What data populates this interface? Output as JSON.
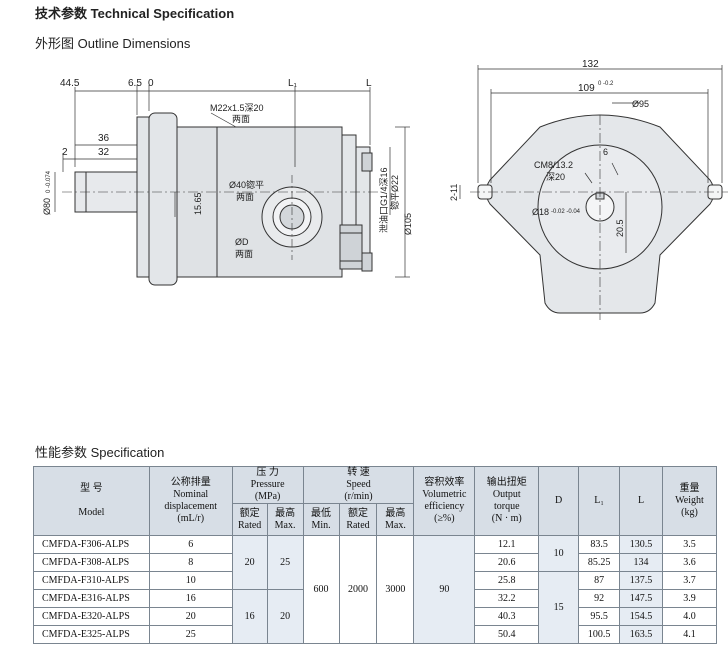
{
  "headings": {
    "technical": "技术参数  Technical Specification",
    "outline": "外形图   Outline Dimensions",
    "spec": "性能参数   Specification"
  },
  "drawing": {
    "dims": {
      "d44_5": "44.5",
      "d6_5": "6.5",
      "d0": "0",
      "dL1": "L₁",
      "dL": "L",
      "thread": "M22x1.5深20",
      "two_sides_1": "两面",
      "d36": "36",
      "d2": "2",
      "d32": "32",
      "shaft": "Ø80",
      "shaft_tol": "0 -0.074",
      "d15_65": "15.65",
      "bore40": "Ø40锪平",
      "two_sides_2": "两面",
      "boreD": "ØD",
      "two_sides_3": "两面",
      "drain": "泄油口G1/4深16",
      "spot22": "锪平Ø22",
      "d105": "Ø105",
      "d132": "132",
      "d109": "109",
      "d109_tol": "0 -0.2",
      "d95": "Ø95",
      "d2_11": "2-11",
      "cm8": "CM8/13.2",
      "deep20": "深20",
      "d6": "6",
      "d18": "Ø18",
      "d18_tol": "-0.02 -0.04",
      "d20_5": "20.5"
    }
  },
  "table": {
    "headers": {
      "model": [
        "型    号",
        "Model"
      ],
      "displacement": [
        "公称排量",
        "Nominal",
        "displacement",
        "(mL/r)"
      ],
      "pressure": [
        "压   力",
        "Pressure",
        "(MPa)"
      ],
      "rated": [
        "额定",
        "Rated"
      ],
      "max": [
        "最高",
        "Max."
      ],
      "speed": [
        "转   速",
        "Speed",
        "(r/min)"
      ],
      "min": [
        "最低",
        "Min."
      ],
      "speed_rated": [
        "额定",
        "Rated"
      ],
      "speed_max": [
        "最高",
        "Max."
      ],
      "efficiency": [
        "容积效率",
        "Volumetric",
        "efficiency",
        "(≥%)"
      ],
      "torque": [
        "输出扭矩",
        "Output",
        "torque",
        "(N · m)"
      ],
      "d": "D",
      "l1": "L₁",
      "l": "L",
      "weight": [
        "重量",
        "Weight",
        "(kg)"
      ]
    },
    "rows": [
      {
        "model": "CMFDA-F306-ALPS",
        "disp": "6",
        "torque": "12.1",
        "l1": "83.5",
        "l": "130.5",
        "weight": "3.5"
      },
      {
        "model": "CMFDA-F308-ALPS",
        "disp": "8",
        "torque": "20.6",
        "l1": "85.25",
        "l": "134",
        "weight": "3.6"
      },
      {
        "model": "CMFDA-F310-ALPS",
        "disp": "10",
        "torque": "25.8",
        "l1": "87",
        "l": "137.5",
        "weight": "3.7"
      },
      {
        "model": "CMFDA-E316-ALPS",
        "disp": "16",
        "torque": "32.2",
        "l1": "92",
        "l": "147.5",
        "weight": "3.9"
      },
      {
        "model": "CMFDA-E320-ALPS",
        "disp": "20",
        "torque": "40.3",
        "l1": "95.5",
        "l": "154.5",
        "weight": "4.0"
      },
      {
        "model": "CMFDA-E325-ALPS",
        "disp": "25",
        "torque": "50.4",
        "l1": "100.5",
        "l": "163.5",
        "weight": "4.1"
      }
    ],
    "merged": {
      "rated_f": "20",
      "max_f": "25",
      "rated_e": "16",
      "max_e": "20",
      "speed_min": "600",
      "speed_rated": "2000",
      "speed_max": "3000",
      "efficiency": "90",
      "d_f": "10",
      "d_e": "15"
    }
  }
}
